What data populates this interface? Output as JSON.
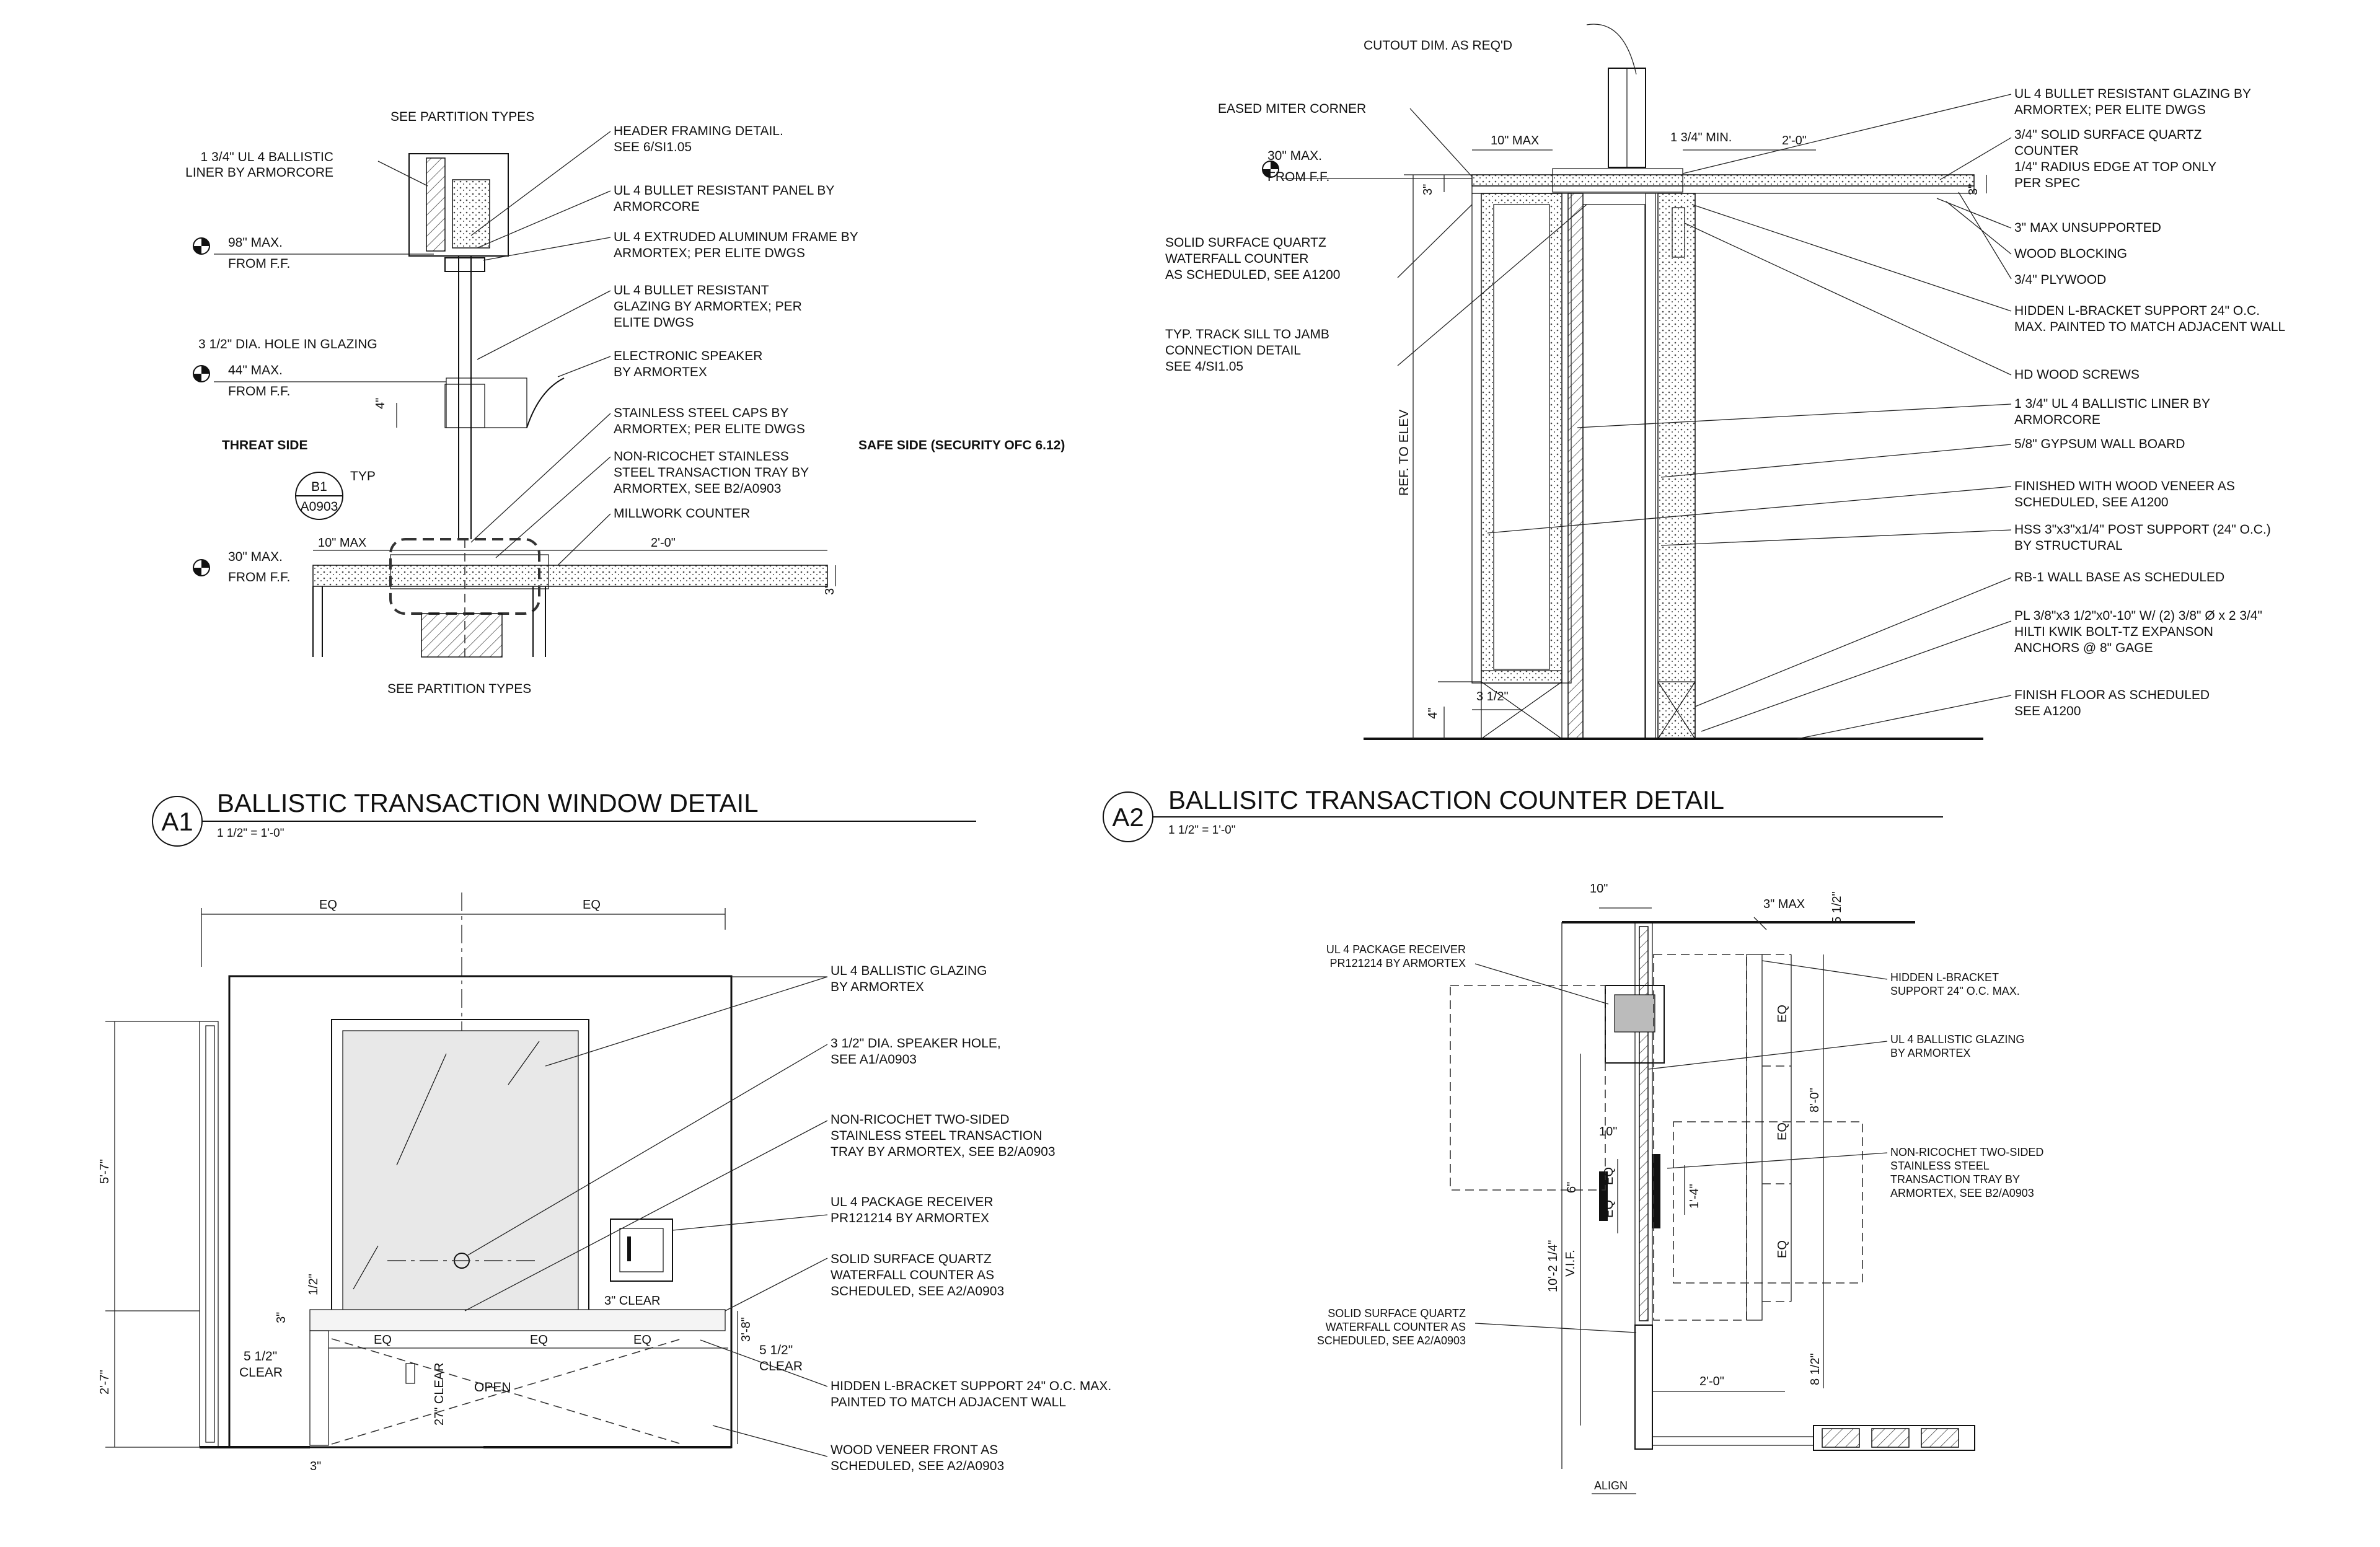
{
  "a1": {
    "notes": {
      "see_partition_top": "SEE PARTITION TYPES",
      "liner_1": "1 3/4\" UL 4 BALLISTIC",
      "liner_2": "LINER BY ARMORCORE",
      "header_1": "HEADER FRAMING DETAIL.",
      "header_2": "SEE 6/SI1.05",
      "panel_1": "UL 4 BULLET RESISTANT PANEL BY",
      "panel_2": "ARMORCORE",
      "frame_1": "UL 4 EXTRUDED ALUMINUM FRAME BY",
      "frame_2": "ARMORTEX; PER ELITE DWGS",
      "elev98_1": "98\" MAX.",
      "elev98_2": "FROM F.F.",
      "glazing_1": "UL 4 BULLET RESISTANT",
      "glazing_2": "GLAZING BY ARMORTEX; PER",
      "glazing_3": "ELITE DWGS",
      "hole": "3 1/2\" DIA. HOLE IN GLAZING",
      "elev44_1": "44\" MAX.",
      "elev44_2": "FROM F.F.",
      "speaker_1": "ELECTRONIC SPEAKER",
      "speaker_2": "BY ARMORTEX",
      "dim_4": "4\"",
      "caps_1": "STAINLESS STEEL CAPS BY",
      "caps_2": "ARMORTEX; PER ELITE DWGS",
      "threat": "THREAT SIDE",
      "safe": "SAFE SIDE (SECURITY OFC 6.12)",
      "tray_1": "NON-RICOCHET STAINLESS",
      "tray_2": "STEEL TRANSACTION TRAY BY",
      "tray_3": "ARMORTEX, SEE B2/A0903",
      "typ": "TYP",
      "callout_top": "B1",
      "callout_bottom": "A0903",
      "millwork": "MILLWORK COUNTER",
      "dim_10max": "10\" MAX",
      "dim_2_0": "2'-0\"",
      "elev30_1": "30\" MAX.",
      "elev30_2": "FROM F.F.",
      "dim_3": "3\"",
      "see_partition_bottom": "SEE PARTITION TYPES"
    },
    "title": {
      "tag": "A1",
      "name": "BALLISTIC TRANSACTION WINDOW DETAIL",
      "scale": "1 1/2\" = 1'-0\""
    }
  },
  "a2": {
    "notes": {
      "cutout": "CUTOUT DIM. AS REQ'D",
      "eased": "EASED MITER CORNER",
      "dim_10max": "10\" MAX",
      "dim_134min": "1 3/4\" MIN.",
      "dim_2_0": "2'-0\"",
      "elev30_1": "30\" MAX.",
      "elev30_2": "FROM F.F.",
      "dim_3_left": "3\"",
      "dim_3_right": "3\"",
      "glazing_1": "UL 4 BULLET RESISTANT GLAZING BY",
      "glazing_2": "ARMORTEX; PER ELITE DWGS",
      "quartz_1": "3/4\" SOLID SURFACE QUARTZ",
      "quartz_2": "COUNTER",
      "quartz_3": "1/4\" RADIUS EDGE AT TOP ONLY",
      "quartz_4": "PER SPEC",
      "unsupported": "3\" MAX UNSUPPORTED",
      "blocking": "WOOD BLOCKING",
      "plywood": "3/4\"   PLYWOOD",
      "bracket_1": "HIDDEN L-BRACKET SUPPORT 24\" O.C.",
      "bracket_2": "MAX. PAINTED TO MATCH ADJACENT WALL",
      "screws": "HD WOOD SCREWS",
      "liner_1": "1 3/4\" UL 4 BALLISTIC LINER BY",
      "liner_2": "ARMORCORE",
      "gyp": "5/8\" GYPSUM WALL BOARD",
      "veneer_1": "FINISHED WITH WOOD VENEER AS",
      "veneer_2": "SCHEDULED, SEE A1200",
      "hss_1": "HSS 3\"x3\"x1/4\" POST SUPPORT (24\" O.C.)",
      "hss_2": "BY STRUCTURAL",
      "base": "RB-1 WALL BASE AS SCHEDULED",
      "plate_1": "PL 3/8\"x3 1/2\"x0'-10\" W/ (2) 3/8\" Ø x 2 3/4\"",
      "plate_2": "HILTI KWIK BOLT-TZ  EXPANSON",
      "plate_3": "ANCHORS @ 8\" GAGE",
      "floor_1": "FINISH FLOOR AS SCHEDULED",
      "floor_2": "SEE A1200",
      "waterfall_1": "SOLID SURFACE QUARTZ",
      "waterfall_2": "WATERFALL COUNTER",
      "waterfall_3": "AS SCHEDULED, SEE A1200",
      "track_1": "TYP. TRACK SILL TO JAMB",
      "track_2": "CONNECTION DETAIL",
      "track_3": "SEE 4/SI1.05",
      "ref_elev": "REF. TO ELEV",
      "dim_312": "3 1/2\"",
      "dim_4": "4\""
    },
    "title": {
      "tag": "A2",
      "name": "BALLISITC TRANSACTION COUNTER DETAIL",
      "scale": "1 1/2\" = 1'-0\""
    }
  },
  "elev": {
    "notes": {
      "eq_left": "EQ",
      "eq_right": "EQ",
      "glazing_1": "UL 4 BALLISTIC GLAZING",
      "glazing_2": "BY ARMORTEX",
      "speaker_1": "3 1/2\" DIA. SPEAKER HOLE,",
      "speaker_2": "SEE A1/A0903",
      "tray_1": "NON-RICOCHET TWO-SIDED",
      "tray_2": "STAINLESS STEEL TRANSACTION",
      "tray_3": "TRAY BY ARMORTEX, SEE B2/A0903",
      "receiver_1": "UL 4 PACKAGE RECEIVER",
      "receiver_2": "PR121214  BY ARMORTEX",
      "counter_1": "SOLID SURFACE QUARTZ",
      "counter_2": "WATERFALL COUNTER AS",
      "counter_3": "SCHEDULED, SEE A2/A0903",
      "bracket_1": "HIDDEN L-BRACKET SUPPORT 24\" O.C. MAX.",
      "bracket_2": "PAINTED TO MATCH ADJACENT WALL",
      "veneer_1": "WOOD VENEER FRONT AS",
      "veneer_2": "SCHEDULED, SEE A2/A0903",
      "dim_5_7": "5'-7\"",
      "dim_2_7": "2'-7\"",
      "dim_half": "1/2\"",
      "dim_3": "3\"",
      "dim_3clear": "3\" CLEAR",
      "dim_3_8": "3'-8\"",
      "dim_512_left_1": "5 1/2\"",
      "dim_512_left_2": "CLEAR",
      "dim_512_right_1": "5 1/2\"",
      "dim_512_right_2": "CLEAR",
      "eq_a": "EQ",
      "eq_b": "EQ",
      "eq_c": "EQ",
      "dim_27clear": "27\" CLEAR",
      "open": "OPEN",
      "dim_3_bottom": "3\""
    }
  },
  "plan": {
    "notes": {
      "dim_10": "10\"",
      "dim_3max": "3\" MAX",
      "dim_512": "5 1/2\"",
      "receiver_1": "UL 4 PACKAGE RECEIVER",
      "receiver_2": "PR121214  BY ARMORTEX",
      "bracket_1": "HIDDEN L-BRACKET",
      "bracket_2": "SUPPORT 24\" O.C. MAX.",
      "glazing_1": "UL 4 BALLISTIC GLAZING",
      "glazing_2": "BY ARMORTEX",
      "tray_1": "NON-RICOCHET TWO-SIDED",
      "tray_2": "STAINLESS STEEL",
      "tray_3": "TRANSACTION TRAY BY",
      "tray_4": "ARMORTEX, SEE B2/A0903",
      "counter_1": "SOLID SURFACE QUARTZ",
      "counter_2": "WATERFALL COUNTER AS",
      "counter_3": "SCHEDULED, SEE A2/A0903",
      "eq_1": "EQ",
      "eq_2": "EQ",
      "eq_3": "EQ",
      "eq_4": "EQ",
      "eq_5": "EQ",
      "dim_8_0": "8'-0\"",
      "dim_1_4": "1'-4\"",
      "dim_10_small": "10\"",
      "dim_6": "6\"",
      "dim_10_2": "10'-2 1/4\"",
      "vif": "V.I.F.",
      "dim_2_0": "2'-0\"",
      "dim_812": "8 1/2\"",
      "align": "ALIGN"
    }
  }
}
